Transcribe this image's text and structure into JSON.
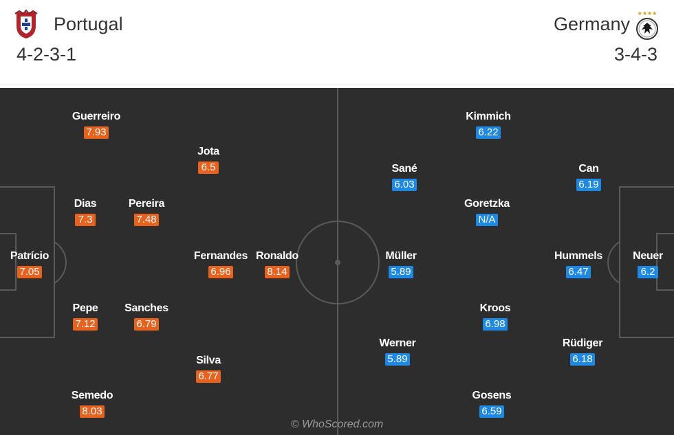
{
  "home": {
    "team": "Portugal",
    "formation": "4-2-3-1",
    "crest_icon": "portugal-crest-icon",
    "rating_color": "#e8621d",
    "players": [
      {
        "name": "Guerreiro",
        "rating": "7.93"
      },
      {
        "name": "Jota",
        "rating": "6.5"
      },
      {
        "name": "Dias",
        "rating": "7.3"
      },
      {
        "name": "Pereira",
        "rating": "7.48"
      },
      {
        "name": "Patrício",
        "rating": "7.05"
      },
      {
        "name": "Fernandes",
        "rating": "6.96"
      },
      {
        "name": "Ronaldo",
        "rating": "8.14"
      },
      {
        "name": "Pepe",
        "rating": "7.12"
      },
      {
        "name": "Sanches",
        "rating": "6.79"
      },
      {
        "name": "Silva",
        "rating": "6.77"
      },
      {
        "name": "Semedo",
        "rating": "8.03"
      }
    ]
  },
  "away": {
    "team": "Germany",
    "formation": "3-4-3",
    "crest_icon": "germany-crest-icon",
    "rating_color": "#1e88e5",
    "players": [
      {
        "name": "Kimmich",
        "rating": "6.22"
      },
      {
        "name": "Sané",
        "rating": "6.03"
      },
      {
        "name": "Can",
        "rating": "6.19"
      },
      {
        "name": "Goretzka",
        "rating": "N/A"
      },
      {
        "name": "Müller",
        "rating": "5.89"
      },
      {
        "name": "Hummels",
        "rating": "6.47"
      },
      {
        "name": "Neuer",
        "rating": "6.2"
      },
      {
        "name": "Kroos",
        "rating": "6.98"
      },
      {
        "name": "Werner",
        "rating": "5.89"
      },
      {
        "name": "Rüdiger",
        "rating": "6.18"
      },
      {
        "name": "Gosens",
        "rating": "6.59"
      }
    ]
  },
  "watermark": "© WhoScored.com",
  "colors": {
    "pitch": "#2d2d2d",
    "pitch_lines": "#5a5a5a"
  }
}
